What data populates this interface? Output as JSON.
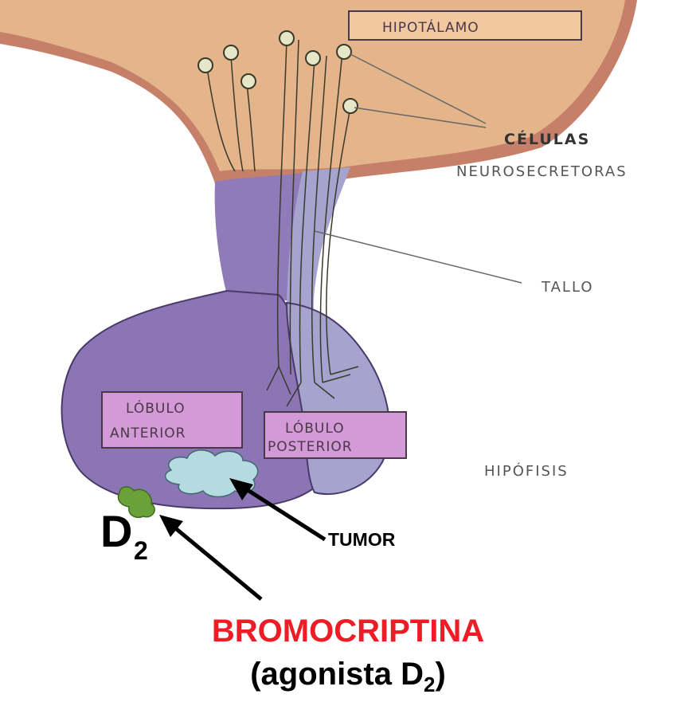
{
  "labels": {
    "hypothalamus": "HIPOTÁLAMO",
    "cells_line1": "CÉLULAS",
    "cells_line2": "NEUROSECRETORAS",
    "stalk": "TALLO",
    "anterior_line1": "LÓBULO",
    "anterior_line2": "ANTERIOR",
    "posterior_line1": "LÓBULO",
    "posterior_line2": "POSTERIOR",
    "pituitary": "HIPÓFISIS",
    "tumor": "TUMOR",
    "receptor_main": "D",
    "receptor_sub": "2"
  },
  "drug": {
    "name": "BROMOCRIPTINA",
    "desc_prefix": "(agonista D",
    "desc_sub": "2",
    "desc_suffix": ")"
  },
  "colors": {
    "hypothalamus": "#e4b48a",
    "hypothalamus_rim": "#c6806a",
    "anterior_lobe": "#8c75b4",
    "posterior_lobe": "#a6a3cf",
    "label_box": "#d49ad8",
    "tumor": "#b4dbe0",
    "receptor": "#6aa23a",
    "drug_name": "#ee1c24"
  }
}
